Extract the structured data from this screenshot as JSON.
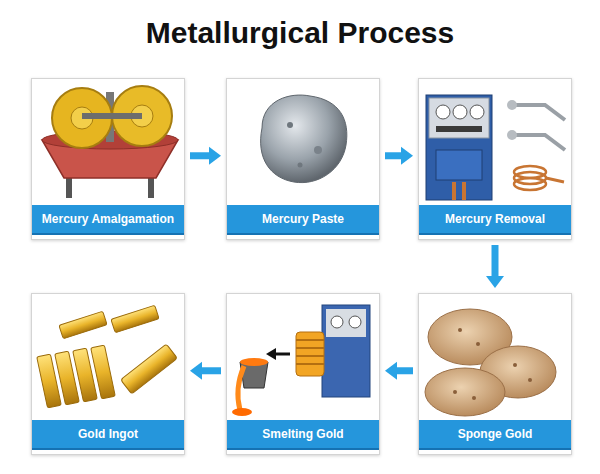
{
  "diagram": {
    "title": "Metallurgical Process",
    "nodes": [
      {
        "text": [
          "Mercury Amalgamation"
        ]
      },
      {
        "text": [
          "Mercury Paste"
        ]
      },
      {
        "text": [
          "Mercury Removal"
        ]
      },
      {
        "text": [
          "Gold Ingot"
        ]
      },
      {
        "text": [
          "Smelting Gold"
        ]
      },
      {
        "text": [
          "Sponge Gold"
        ]
      }
    ],
    "edges": [
      {
        "from": 0,
        "to": 1,
        "arrow": "to"
      },
      {
        "from": 1,
        "to": 2,
        "arrow": "to"
      },
      {
        "from": 2,
        "to": 5,
        "arrow": "to"
      },
      {
        "from": 5,
        "to": 4,
        "arrow": "to"
      },
      {
        "from": 4,
        "to": 3,
        "arrow": "to"
      }
    ]
  }
}
